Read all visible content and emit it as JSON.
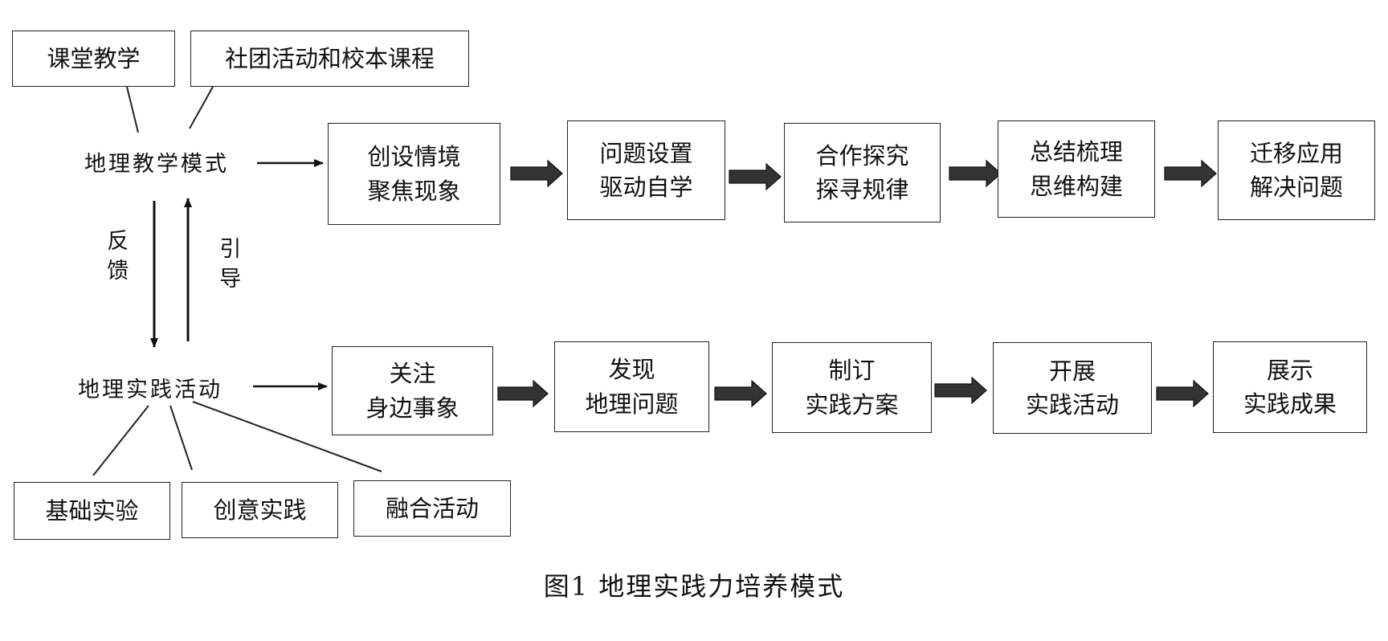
{
  "top_sources": [
    "课堂教学",
    "社团活动和校本课程"
  ],
  "mode_label": "地理教学模式",
  "practice_label": "地理实践活动",
  "feedback_label": "反馈",
  "guide_label": "引导",
  "teaching_steps": [
    {
      "line1": "创设情境",
      "line2": "聚焦现象"
    },
    {
      "line1": "问题设置",
      "line2": "驱动自学"
    },
    {
      "line1": "合作探究",
      "line2": "探寻规律"
    },
    {
      "line1": "总结梳理",
      "line2": "思维构建"
    },
    {
      "line1": "迁移应用",
      "line2": "解决问题"
    }
  ],
  "practice_steps": [
    {
      "line1": "关注",
      "line2": "身边事象"
    },
    {
      "line1": "发现",
      "line2": "地理问题"
    },
    {
      "line1": "制订",
      "line2": "实践方案"
    },
    {
      "line1": "开展",
      "line2": "实践活动"
    },
    {
      "line1": "展示",
      "line2": "实践成果"
    }
  ],
  "bottom_sources": [
    "基础实验",
    "创意实践",
    "融合活动"
  ],
  "caption": "图1   地理实践力培养模式"
}
